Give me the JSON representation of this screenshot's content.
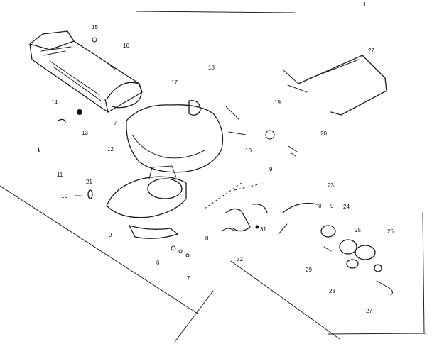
{
  "callouts": [
    {
      "id": "c1",
      "text": "1"
    },
    {
      "id": "c15",
      "text": "15"
    },
    {
      "id": "c16",
      "text": "16"
    },
    {
      "id": "c18",
      "text": "18"
    },
    {
      "id": "c17",
      "text": "17"
    },
    {
      "id": "c27a",
      "text": "27"
    },
    {
      "id": "c19",
      "text": "19"
    },
    {
      "id": "c14",
      "text": "14"
    },
    {
      "id": "c13",
      "text": "13"
    },
    {
      "id": "c12",
      "text": "12"
    },
    {
      "id": "c7a",
      "text": "7"
    },
    {
      "id": "c20",
      "text": "20"
    },
    {
      "id": "c10a",
      "text": "10"
    },
    {
      "id": "c9a",
      "text": "9"
    },
    {
      "id": "c11",
      "text": "11"
    },
    {
      "id": "c10b",
      "text": "10"
    },
    {
      "id": "c21",
      "text": "21"
    },
    {
      "id": "c23",
      "text": "23"
    },
    {
      "id": "c8a",
      "text": "8"
    },
    {
      "id": "c9b",
      "text": "9"
    },
    {
      "id": "c24",
      "text": "24"
    },
    {
      "id": "c25",
      "text": "25"
    },
    {
      "id": "c26",
      "text": "26"
    },
    {
      "id": "c31",
      "text": "31"
    },
    {
      "id": "c8b",
      "text": "8"
    },
    {
      "id": "c9c",
      "text": "9"
    },
    {
      "id": "c32",
      "text": "32"
    },
    {
      "id": "c6",
      "text": "6"
    },
    {
      "id": "c29",
      "text": "29"
    },
    {
      "id": "c7b",
      "text": "7"
    },
    {
      "id": "c28",
      "text": "28"
    },
    {
      "id": "c27b",
      "text": "27"
    }
  ]
}
